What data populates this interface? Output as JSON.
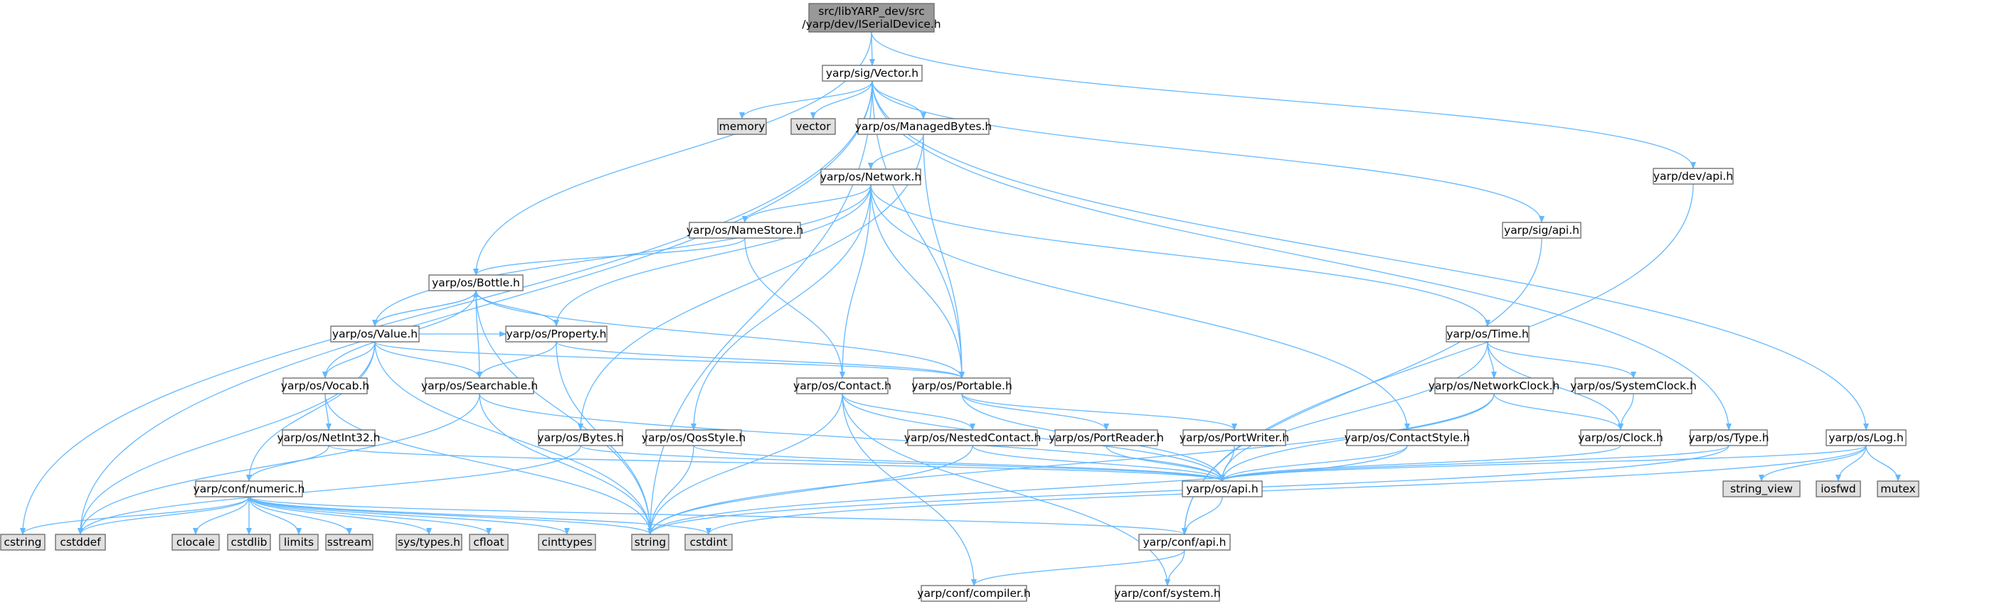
{
  "colors": {
    "root_fill": "#999999",
    "local_fill": "#ffffff",
    "system_fill": "#e0e0e0",
    "border": "#666666",
    "edge": "#63b8ff"
  },
  "nodes": [
    {
      "id": "root",
      "kind": "root",
      "lines": [
        "src/libYARP_dev/src",
        "/yarp/dev/ISerialDevice.h"
      ]
    },
    {
      "id": "vector",
      "kind": "local",
      "lines": [
        "yarp/sig/Vector.h"
      ]
    },
    {
      "id": "devapi",
      "kind": "local",
      "lines": [
        "yarp/dev/api.h"
      ]
    },
    {
      "id": "memory",
      "kind": "system",
      "lines": [
        "memory"
      ]
    },
    {
      "id": "vectorstd",
      "kind": "system",
      "lines": [
        "vector"
      ]
    },
    {
      "id": "managedbytes",
      "kind": "local",
      "lines": [
        "yarp/os/ManagedBytes.h"
      ]
    },
    {
      "id": "network",
      "kind": "local",
      "lines": [
        "yarp/os/Network.h"
      ]
    },
    {
      "id": "namestore",
      "kind": "local",
      "lines": [
        "yarp/os/NameStore.h"
      ]
    },
    {
      "id": "sigapi",
      "kind": "local",
      "lines": [
        "yarp/sig/api.h"
      ]
    },
    {
      "id": "bottle",
      "kind": "local",
      "lines": [
        "yarp/os/Bottle.h"
      ]
    },
    {
      "id": "value",
      "kind": "local",
      "lines": [
        "yarp/os/Value.h"
      ]
    },
    {
      "id": "property",
      "kind": "local",
      "lines": [
        "yarp/os/Property.h"
      ]
    },
    {
      "id": "time",
      "kind": "local",
      "lines": [
        "yarp/os/Time.h"
      ]
    },
    {
      "id": "vocab",
      "kind": "local",
      "lines": [
        "yarp/os/Vocab.h"
      ]
    },
    {
      "id": "searchable",
      "kind": "local",
      "lines": [
        "yarp/os/Searchable.h"
      ]
    },
    {
      "id": "contact",
      "kind": "local",
      "lines": [
        "yarp/os/Contact.h"
      ]
    },
    {
      "id": "portable",
      "kind": "local",
      "lines": [
        "yarp/os/Portable.h"
      ]
    },
    {
      "id": "networkclock",
      "kind": "local",
      "lines": [
        "yarp/os/NetworkClock.h"
      ]
    },
    {
      "id": "systemclock",
      "kind": "local",
      "lines": [
        "yarp/os/SystemClock.h"
      ]
    },
    {
      "id": "netint32",
      "kind": "local",
      "lines": [
        "yarp/os/NetInt32.h"
      ]
    },
    {
      "id": "bytes",
      "kind": "local",
      "lines": [
        "yarp/os/Bytes.h"
      ]
    },
    {
      "id": "qosstyle",
      "kind": "local",
      "lines": [
        "yarp/os/QosStyle.h"
      ]
    },
    {
      "id": "nestedcontact",
      "kind": "local",
      "lines": [
        "yarp/os/NestedContact.h"
      ]
    },
    {
      "id": "portreader",
      "kind": "local",
      "lines": [
        "yarp/os/PortReader.h"
      ]
    },
    {
      "id": "portwriter",
      "kind": "local",
      "lines": [
        "yarp/os/PortWriter.h"
      ]
    },
    {
      "id": "contactstyle",
      "kind": "local",
      "lines": [
        "yarp/os/ContactStyle.h"
      ]
    },
    {
      "id": "clock",
      "kind": "local",
      "lines": [
        "yarp/os/Clock.h"
      ]
    },
    {
      "id": "type",
      "kind": "local",
      "lines": [
        "yarp/os/Type.h"
      ]
    },
    {
      "id": "log",
      "kind": "local",
      "lines": [
        "yarp/os/Log.h"
      ]
    },
    {
      "id": "numeric",
      "kind": "local",
      "lines": [
        "yarp/conf/numeric.h"
      ]
    },
    {
      "id": "osapi",
      "kind": "local",
      "lines": [
        "yarp/os/api.h"
      ]
    },
    {
      "id": "string_view",
      "kind": "system",
      "lines": [
        "string_view"
      ]
    },
    {
      "id": "iosfwd",
      "kind": "system",
      "lines": [
        "iosfwd"
      ]
    },
    {
      "id": "mutex",
      "kind": "system",
      "lines": [
        "mutex"
      ]
    },
    {
      "id": "cstring",
      "kind": "system",
      "lines": [
        "cstring"
      ]
    },
    {
      "id": "cstddef",
      "kind": "system",
      "lines": [
        "cstddef"
      ]
    },
    {
      "id": "clocale",
      "kind": "system",
      "lines": [
        "clocale"
      ]
    },
    {
      "id": "cstdlib",
      "kind": "system",
      "lines": [
        "cstdlib"
      ]
    },
    {
      "id": "limits",
      "kind": "system",
      "lines": [
        "limits"
      ]
    },
    {
      "id": "sstream",
      "kind": "system",
      "lines": [
        "sstream"
      ]
    },
    {
      "id": "systypes",
      "kind": "system",
      "lines": [
        "sys/types.h"
      ]
    },
    {
      "id": "cfloat",
      "kind": "system",
      "lines": [
        "cfloat"
      ]
    },
    {
      "id": "cinttypes",
      "kind": "system",
      "lines": [
        "cinttypes"
      ]
    },
    {
      "id": "string",
      "kind": "system",
      "lines": [
        "string"
      ]
    },
    {
      "id": "cstdint",
      "kind": "system",
      "lines": [
        "cstdint"
      ]
    },
    {
      "id": "confapi",
      "kind": "local",
      "lines": [
        "yarp/conf/api.h"
      ]
    },
    {
      "id": "compiler",
      "kind": "local",
      "lines": [
        "yarp/conf/compiler.h"
      ]
    },
    {
      "id": "system",
      "kind": "local",
      "lines": [
        "yarp/conf/system.h"
      ]
    }
  ],
  "edges": [
    [
      "root",
      "vector"
    ],
    [
      "root",
      "bottle"
    ],
    [
      "root",
      "devapi"
    ],
    [
      "vector",
      "memory"
    ],
    [
      "vector",
      "vectorstd"
    ],
    [
      "vector",
      "managedbytes"
    ],
    [
      "vector",
      "portable"
    ],
    [
      "vector",
      "cstring"
    ],
    [
      "vector",
      "cstddef"
    ],
    [
      "vector",
      "string"
    ],
    [
      "vector",
      "sigapi"
    ],
    [
      "vector",
      "type"
    ],
    [
      "vector",
      "log"
    ],
    [
      "devapi",
      "confapi"
    ],
    [
      "managedbytes",
      "network"
    ],
    [
      "managedbytes",
      "bytes"
    ],
    [
      "managedbytes",
      "portable"
    ],
    [
      "network",
      "namestore"
    ],
    [
      "network",
      "value"
    ],
    [
      "network",
      "property"
    ],
    [
      "network",
      "contact"
    ],
    [
      "network",
      "portable"
    ],
    [
      "network",
      "qosstyle"
    ],
    [
      "network",
      "contactstyle"
    ],
    [
      "network",
      "time"
    ],
    [
      "namestore",
      "bottle"
    ],
    [
      "namestore",
      "contact"
    ],
    [
      "sigapi",
      "confapi"
    ],
    [
      "bottle",
      "value"
    ],
    [
      "bottle",
      "searchable"
    ],
    [
      "bottle",
      "portable"
    ],
    [
      "bottle",
      "vocab"
    ],
    [
      "bottle",
      "string"
    ],
    [
      "value",
      "bottle"
    ],
    [
      "value",
      "property"
    ],
    [
      "value",
      "searchable"
    ],
    [
      "value",
      "vocab"
    ],
    [
      "value",
      "portable"
    ],
    [
      "value",
      "string"
    ],
    [
      "value",
      "cstddef"
    ],
    [
      "value",
      "numeric"
    ],
    [
      "property",
      "bottle"
    ],
    [
      "property",
      "searchable"
    ],
    [
      "property",
      "portable"
    ],
    [
      "property",
      "string"
    ],
    [
      "vocab",
      "netint32"
    ],
    [
      "vocab",
      "string"
    ],
    [
      "searchable",
      "osapi"
    ],
    [
      "searchable",
      "string"
    ],
    [
      "searchable",
      "cstddef"
    ],
    [
      "netint32",
      "numeric"
    ],
    [
      "netint32",
      "osapi"
    ],
    [
      "bytes",
      "osapi"
    ],
    [
      "bytes",
      "cstddef"
    ],
    [
      "qosstyle",
      "osapi"
    ],
    [
      "qosstyle",
      "string"
    ],
    [
      "contact",
      "nestedcontact"
    ],
    [
      "contact",
      "osapi"
    ],
    [
      "contact",
      "string"
    ],
    [
      "contact",
      "compiler"
    ],
    [
      "contact",
      "system"
    ],
    [
      "nestedcontact",
      "osapi"
    ],
    [
      "nestedcontact",
      "string"
    ],
    [
      "portable",
      "portreader"
    ],
    [
      "portable",
      "portwriter"
    ],
    [
      "portable",
      "osapi"
    ],
    [
      "portreader",
      "osapi"
    ],
    [
      "portwriter",
      "osapi"
    ],
    [
      "time",
      "networkclock"
    ],
    [
      "time",
      "systemclock"
    ],
    [
      "time",
      "clock"
    ],
    [
      "time",
      "osapi"
    ],
    [
      "networkclock",
      "clock"
    ],
    [
      "networkclock",
      "osapi"
    ],
    [
      "networkclock",
      "string"
    ],
    [
      "systemclock",
      "clock"
    ],
    [
      "clock",
      "osapi"
    ],
    [
      "contactstyle",
      "osapi"
    ],
    [
      "contactstyle",
      "string"
    ],
    [
      "type",
      "osapi"
    ],
    [
      "type",
      "string"
    ],
    [
      "log",
      "osapi"
    ],
    [
      "log",
      "string_view"
    ],
    [
      "log",
      "iosfwd"
    ],
    [
      "log",
      "mutex"
    ],
    [
      "log",
      "cstdint"
    ],
    [
      "numeric",
      "confapi"
    ],
    [
      "numeric",
      "cstring"
    ],
    [
      "numeric",
      "cstddef"
    ],
    [
      "numeric",
      "clocale"
    ],
    [
      "numeric",
      "cstdlib"
    ],
    [
      "numeric",
      "limits"
    ],
    [
      "numeric",
      "sstream"
    ],
    [
      "numeric",
      "systypes"
    ],
    [
      "numeric",
      "cfloat"
    ],
    [
      "numeric",
      "cinttypes"
    ],
    [
      "numeric",
      "string"
    ],
    [
      "numeric",
      "cstdint"
    ],
    [
      "osapi",
      "confapi"
    ],
    [
      "confapi",
      "compiler"
    ],
    [
      "confapi",
      "system"
    ]
  ]
}
